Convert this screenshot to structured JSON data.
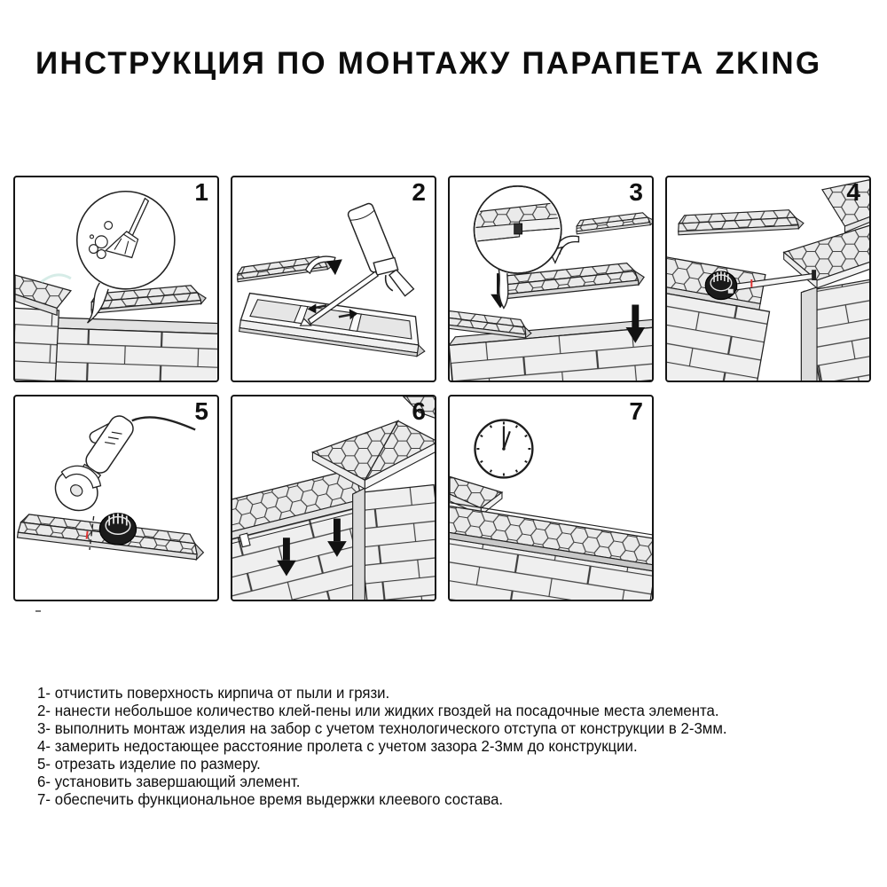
{
  "title": "ИНСТРУКЦИЯ ПО МОНТАЖУ ПАРАПЕТА ZKING",
  "panels": [
    {
      "number": "1",
      "icon": "broom-clean-icon"
    },
    {
      "number": "2",
      "icon": "foam-gun-icon"
    },
    {
      "number": "3",
      "icon": "joint-detail-magnifier-icon"
    },
    {
      "number": "4",
      "icon": "tape-measure-icon"
    },
    {
      "number": "5",
      "icon": "angle-grinder-icon"
    },
    {
      "number": "6",
      "icon": "final-element-arrows-icon"
    },
    {
      "number": "7",
      "icon": "clock-icon"
    }
  ],
  "instructions": [
    {
      "label": "1-",
      "text": "отчистить поверхность кирпича от пыли и грязи."
    },
    {
      "label": "2-",
      "text": "нанести небольшое количество клей-пены или жидких гвоздей на посадочные места элемента."
    },
    {
      "label": "3-",
      "text": "выполнить монтаж изделия на забор с учетом технологического отступа от конструкции в 2-3мм."
    },
    {
      "label": "4-",
      "text": "замерить недостающее расстояние пролета с учетом зазора 2-3мм до конструкции."
    },
    {
      "label": "5-",
      "text": "отрезать изделие по размеру."
    },
    {
      "label": "6-",
      "text": "установить завершающий элемент."
    },
    {
      "label": "7-",
      "text": "обеспечить функциональное время выдержки клеевого состава."
    }
  ],
  "colors": {
    "line": "#222222",
    "masonry": "#ebebeb",
    "arrow": "#111111",
    "accent_red": "#e03131",
    "watermark_teal": "#b5dcd4"
  }
}
